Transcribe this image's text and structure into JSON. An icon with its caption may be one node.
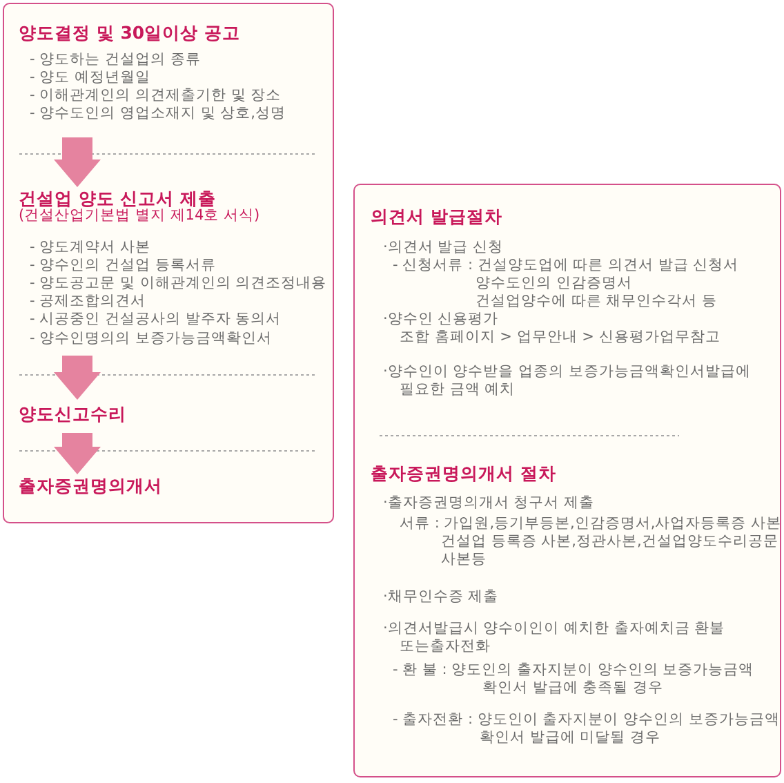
{
  "diagram": {
    "nodes": [
      {
        "text": [],
        "shape": "box"
      },
      {
        "text": [
          "양도결정 및 30일이상 공고",
          "- 양도하는 건설업의 종류",
          "- 양도 예정년월일",
          "- 이해관계인의 의견제출기한 및 장소",
          "- 양수도인의 영업소재지 및 상호,성명"
        ],
        "in": 0
      },
      {
        "text": [
          "건설업 양도 신고서 제출",
          "(건설산업기본법 별지 제14호 서식)",
          "- 양도계약서 사본",
          "- 양수인의 건설업 등록서류",
          "- 양도공고문 및 이해관계인의 의견조정내용",
          "- 공제조합의견서",
          "- 시공중인 건설공사의 발주자 동의서",
          "- 양수인명의의 보증가능금액확인서"
        ],
        "in": 0
      },
      {
        "text": [
          "양도신고수리"
        ],
        "in": 0
      },
      {
        "text": [
          "출자증권명의개서"
        ],
        "in": 0
      },
      {
        "text": [],
        "shape": "box"
      },
      {
        "text": [
          "의견서 발급절차",
          "·의견서 발급 신청",
          "- 신청서류 : 건설양도업에 따른 의견서 발급 신청서 양수도인의 인감증명서 건설업양수에 따른 채무인수각서 등",
          "·양수인 신용평가 조합 홈페이지 > 업무안내 > 신용평가업무참고",
          "·양수인이 양수받을 업종의 보증가능금액확인서발급에 필요한 금액 예치"
        ],
        "in": 5
      },
      {
        "text": [
          "출자증권명의개서 절차",
          "·출자증권명의개서 청구서 제출",
          "서류 : 가입원,등기부등본,인감증명서,사업자등록증 사본 건설업 등록증 사본,정관사본,건설업양도수리공문 사본등",
          "·채무인수증 제출",
          "·의견서발급시 양수이인이 예치한 출자예치금 환불 또는출자전화",
          "- 환 불 : 양도인의 출자지분이 양수인의 보증가능금액 확인서 발급에 충족될 경우",
          "- 출자전환 : 양도인이 출자지분이 양수인의 보증가능금액 확인서 발급에 미달될 경우"
        ],
        "in": 5
      }
    ],
    "edges": [
      {
        "from": 1,
        "to": 2,
        "arrow": "to"
      },
      {
        "from": 2,
        "to": 3,
        "arrow": "to"
      },
      {
        "from": 3,
        "to": 4,
        "arrow": "to"
      }
    ]
  }
}
